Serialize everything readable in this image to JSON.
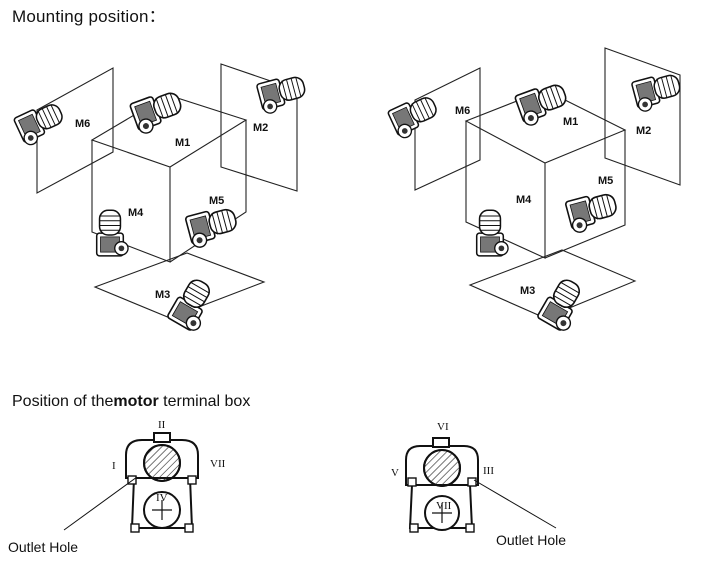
{
  "headings": {
    "mounting": "Mounting position：",
    "terminal_a": "Position of the",
    "terminal_b": "motor",
    "terminal_c": " terminal box"
  },
  "left_diagram": {
    "positions": [
      "M6",
      "M1",
      "M2",
      "M4",
      "M5",
      "M3"
    ]
  },
  "right_diagram": {
    "positions": [
      "M6",
      "M1",
      "M2",
      "M4",
      "M5",
      "M3"
    ]
  },
  "terminal_left": {
    "marks": [
      "II",
      "I",
      "VII",
      "IV"
    ],
    "outlet_label": "Outlet Hole"
  },
  "terminal_right": {
    "marks": [
      "VI",
      "V",
      "III",
      "VII"
    ],
    "outlet_label": "Outlet Hole"
  }
}
